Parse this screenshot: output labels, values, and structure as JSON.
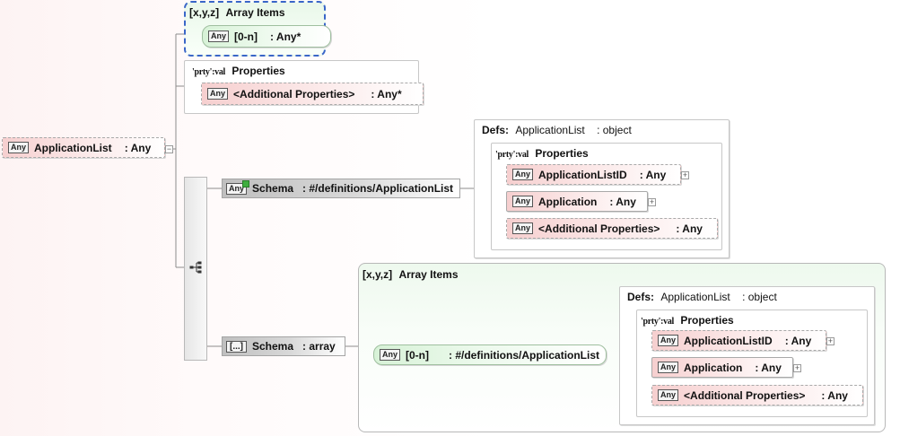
{
  "root": {
    "tag": "Any",
    "name": "ApplicationList",
    "type": ": Any"
  },
  "array_items_top": {
    "header_icon": "[x,y,z]",
    "title": "Array Items",
    "item": {
      "tag": "Any",
      "label": "[0-n]",
      "type": ": Any*"
    }
  },
  "properties_top": {
    "header_icon": "'prty':val",
    "title": "Properties",
    "item": {
      "tag": "Any",
      "label": "<Additional Properties>",
      "type": ": Any*"
    }
  },
  "schema_ref": {
    "tag": "Any",
    "label": "Schema",
    "type": ": #/definitions/ApplicationList"
  },
  "defs_top": {
    "prefix": "Defs:",
    "name": "ApplicationList",
    "type": ": object",
    "properties": {
      "header_icon": "'prty':val",
      "title": "Properties",
      "items": [
        {
          "tag": "Any",
          "label": "ApplicationListID",
          "type": ": Any"
        },
        {
          "tag": "Any",
          "label": "Application",
          "type": ": Any"
        },
        {
          "tag": "Any",
          "label": "<Additional Properties>",
          "type": ": Any"
        }
      ]
    }
  },
  "schema_array": {
    "tag": "[...]",
    "label": "Schema",
    "type": ": array"
  },
  "array_items_bottom": {
    "header_icon": "[x,y,z]",
    "title": "Array Items",
    "item": {
      "tag": "Any",
      "label": "[0-n]",
      "type": ": #/definitions/ApplicationList"
    },
    "defs": {
      "prefix": "Defs:",
      "name": "ApplicationList",
      "type": ": object",
      "properties": {
        "header_icon": "'prty':val",
        "title": "Properties",
        "items": [
          {
            "tag": "Any",
            "label": "ApplicationListID",
            "type": ": Any"
          },
          {
            "tag": "Any",
            "label": "Application",
            "type": ": Any"
          },
          {
            "tag": "Any",
            "label": "<Additional Properties>",
            "type": ": Any"
          }
        ]
      }
    }
  },
  "colors": {
    "selection_border": "#3a66c8",
    "node_pink": "#f6cfcf",
    "node_green": "#d7f2d7",
    "node_gray": "#c4c4c4"
  }
}
